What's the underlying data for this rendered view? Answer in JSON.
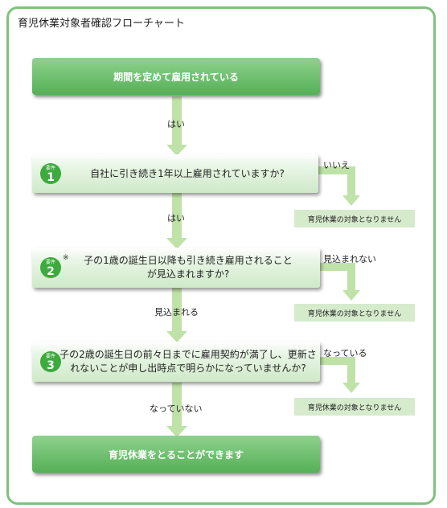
{
  "title": "育児休業対象者確認フローチャート",
  "start": "期間を定めて雇用されている",
  "end": "育児休業をとることができます",
  "badge_tag": "要件",
  "questions": [
    {
      "num": "1",
      "text": "自社に引き続き1年以上雇用されていますか?",
      "yes": "はい",
      "no": "いいえ",
      "note": ""
    },
    {
      "num": "2",
      "text": "子の1歳の誕生日以降も引き続き雇用されることが見込まれますか?",
      "yes": "見込まれる",
      "no": "見込まれない",
      "note": "※"
    },
    {
      "num": "3",
      "text": "子の2歳の誕生日の前々日までに雇用契約が満了し、更新されないことが申し出時点で明らかになっていませんか?",
      "yes": "なっていない",
      "no": "なっている",
      "note": ""
    }
  ],
  "start_yes": "はい",
  "result_no": "育児休業の対象となりません",
  "colors": {
    "frame": "#7ec27e",
    "accent": "#3daa3d",
    "arrow": "#bfe2a8",
    "result_bg": "#d6ebcc"
  }
}
